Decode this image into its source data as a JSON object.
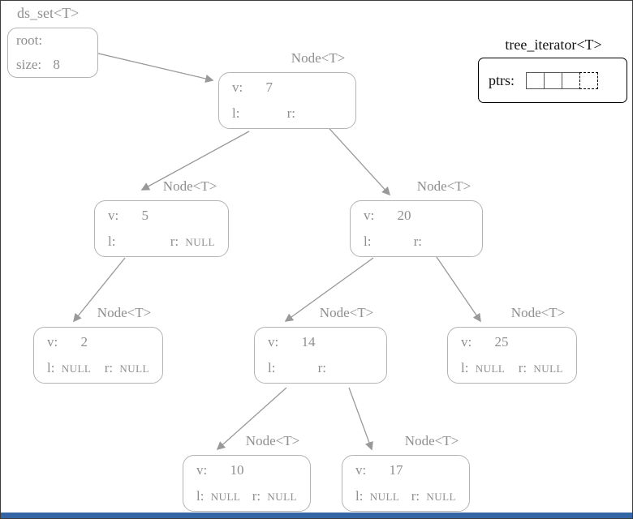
{
  "set": {
    "label": "ds_set<T>",
    "root_label": "root:",
    "size_label": "size:",
    "size_value": "8"
  },
  "iterator": {
    "title": "tree_iterator<T>",
    "ptrs_label": "ptrs:",
    "cell_count": 4,
    "last_cell_style": "dashed"
  },
  "nodes": [
    {
      "title": "Node<T>",
      "v_label": "v:",
      "value": "7",
      "l_label": "l:",
      "l_value": "",
      "r_label": "r:",
      "r_value": ""
    },
    {
      "title": "Node<T>",
      "v_label": "v:",
      "value": "5",
      "l_label": "l:",
      "l_value": "",
      "r_label": "r:",
      "r_value": "NULL"
    },
    {
      "title": "Node<T>",
      "v_label": "v:",
      "value": "20",
      "l_label": "l:",
      "l_value": "",
      "r_label": "r:",
      "r_value": ""
    },
    {
      "title": "Node<T>",
      "v_label": "v:",
      "value": "2",
      "l_label": "l:",
      "l_value": "NULL",
      "r_label": "r:",
      "r_value": "NULL"
    },
    {
      "title": "Node<T>",
      "v_label": "v:",
      "value": "14",
      "l_label": "l:",
      "l_value": "",
      "r_label": "r:",
      "r_value": ""
    },
    {
      "title": "Node<T>",
      "v_label": "v:",
      "value": "25",
      "l_label": "l:",
      "l_value": "NULL",
      "r_label": "r:",
      "r_value": "NULL"
    },
    {
      "title": "Node<T>",
      "v_label": "v:",
      "value": "10",
      "l_label": "l:",
      "l_value": "NULL",
      "r_label": "r:",
      "r_value": "NULL"
    },
    {
      "title": "Node<T>",
      "v_label": "v:",
      "value": "17",
      "l_label": "l:",
      "l_value": "NULL",
      "r_label": "r:",
      "r_value": "NULL"
    }
  ],
  "tree_structure": {
    "root_value": 7,
    "size": 8,
    "edges": [
      [
        "root",
        "7"
      ],
      [
        "7",
        "5"
      ],
      [
        "7",
        "20"
      ],
      [
        "5",
        "2"
      ],
      [
        "20",
        "14"
      ],
      [
        "20",
        "25"
      ],
      [
        "14",
        "10"
      ],
      [
        "14",
        "17"
      ]
    ]
  },
  "colors": {
    "node_border": "#b4b4b4",
    "diagram_text": "#8f8f8f",
    "arrow": "#999999",
    "iterator_text": "#111111",
    "bottom_bar": "#3465a4"
  }
}
